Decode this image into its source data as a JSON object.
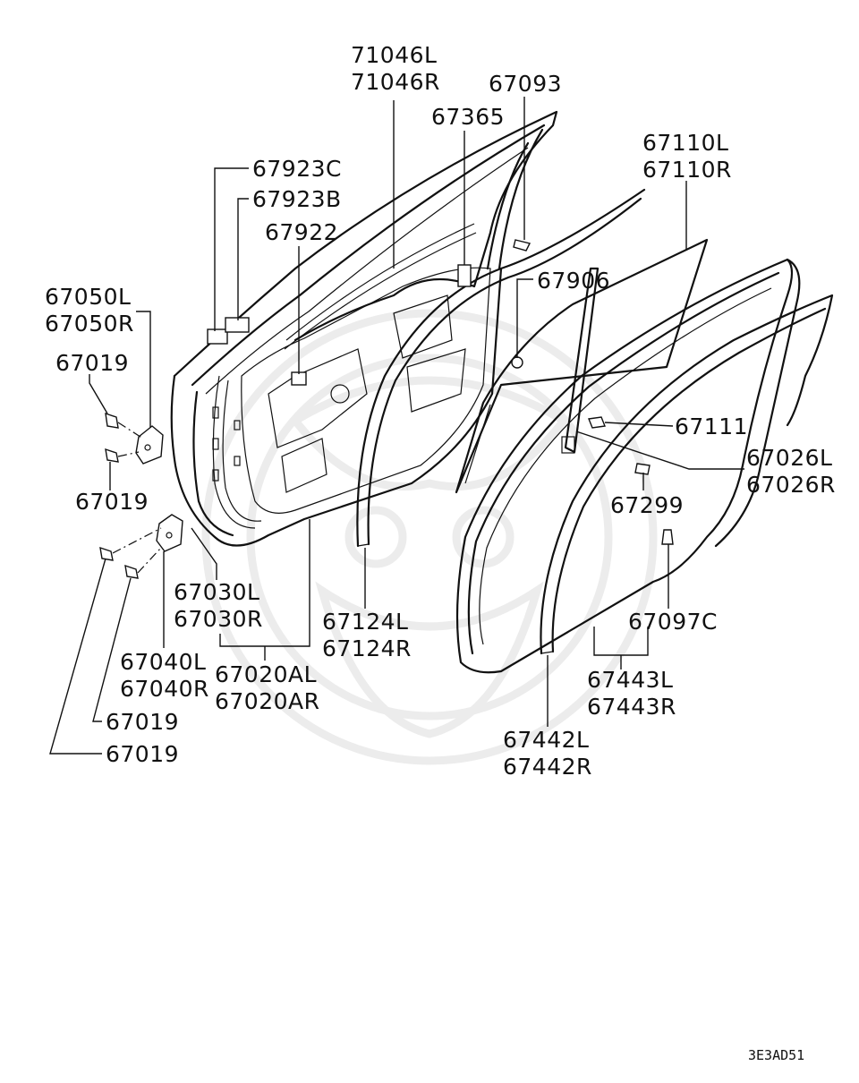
{
  "labels": {
    "l71046L": "71046L",
    "l71046R": "71046R",
    "l67093": "67093",
    "l67365": "67365",
    "l67110L": "67110L",
    "l67110R": "67110R",
    "l67923C": "67923C",
    "l67923B": "67923B",
    "l67922": "67922",
    "l67050L": "67050L",
    "l67050R": "67050R",
    "l67906": "67906",
    "l67019a": "67019",
    "l67019b": "67019",
    "l67111": "67111",
    "l67026L": "67026L",
    "l67026R": "67026R",
    "l67299": "67299",
    "l67030L": "67030L",
    "l67030R": "67030R",
    "l67124L": "67124L",
    "l67124R": "67124R",
    "l67097C": "67097C",
    "l67040L": "67040L",
    "l67040R": "67040R",
    "l67020AL": "67020AL",
    "l67020AR": "67020AR",
    "l67443L": "67443L",
    "l67443R": "67443R",
    "l67019c": "67019",
    "l67019d": "67019",
    "l67442L": "67442L",
    "l67442R": "67442R"
  },
  "figure_code": "3E3AD51"
}
